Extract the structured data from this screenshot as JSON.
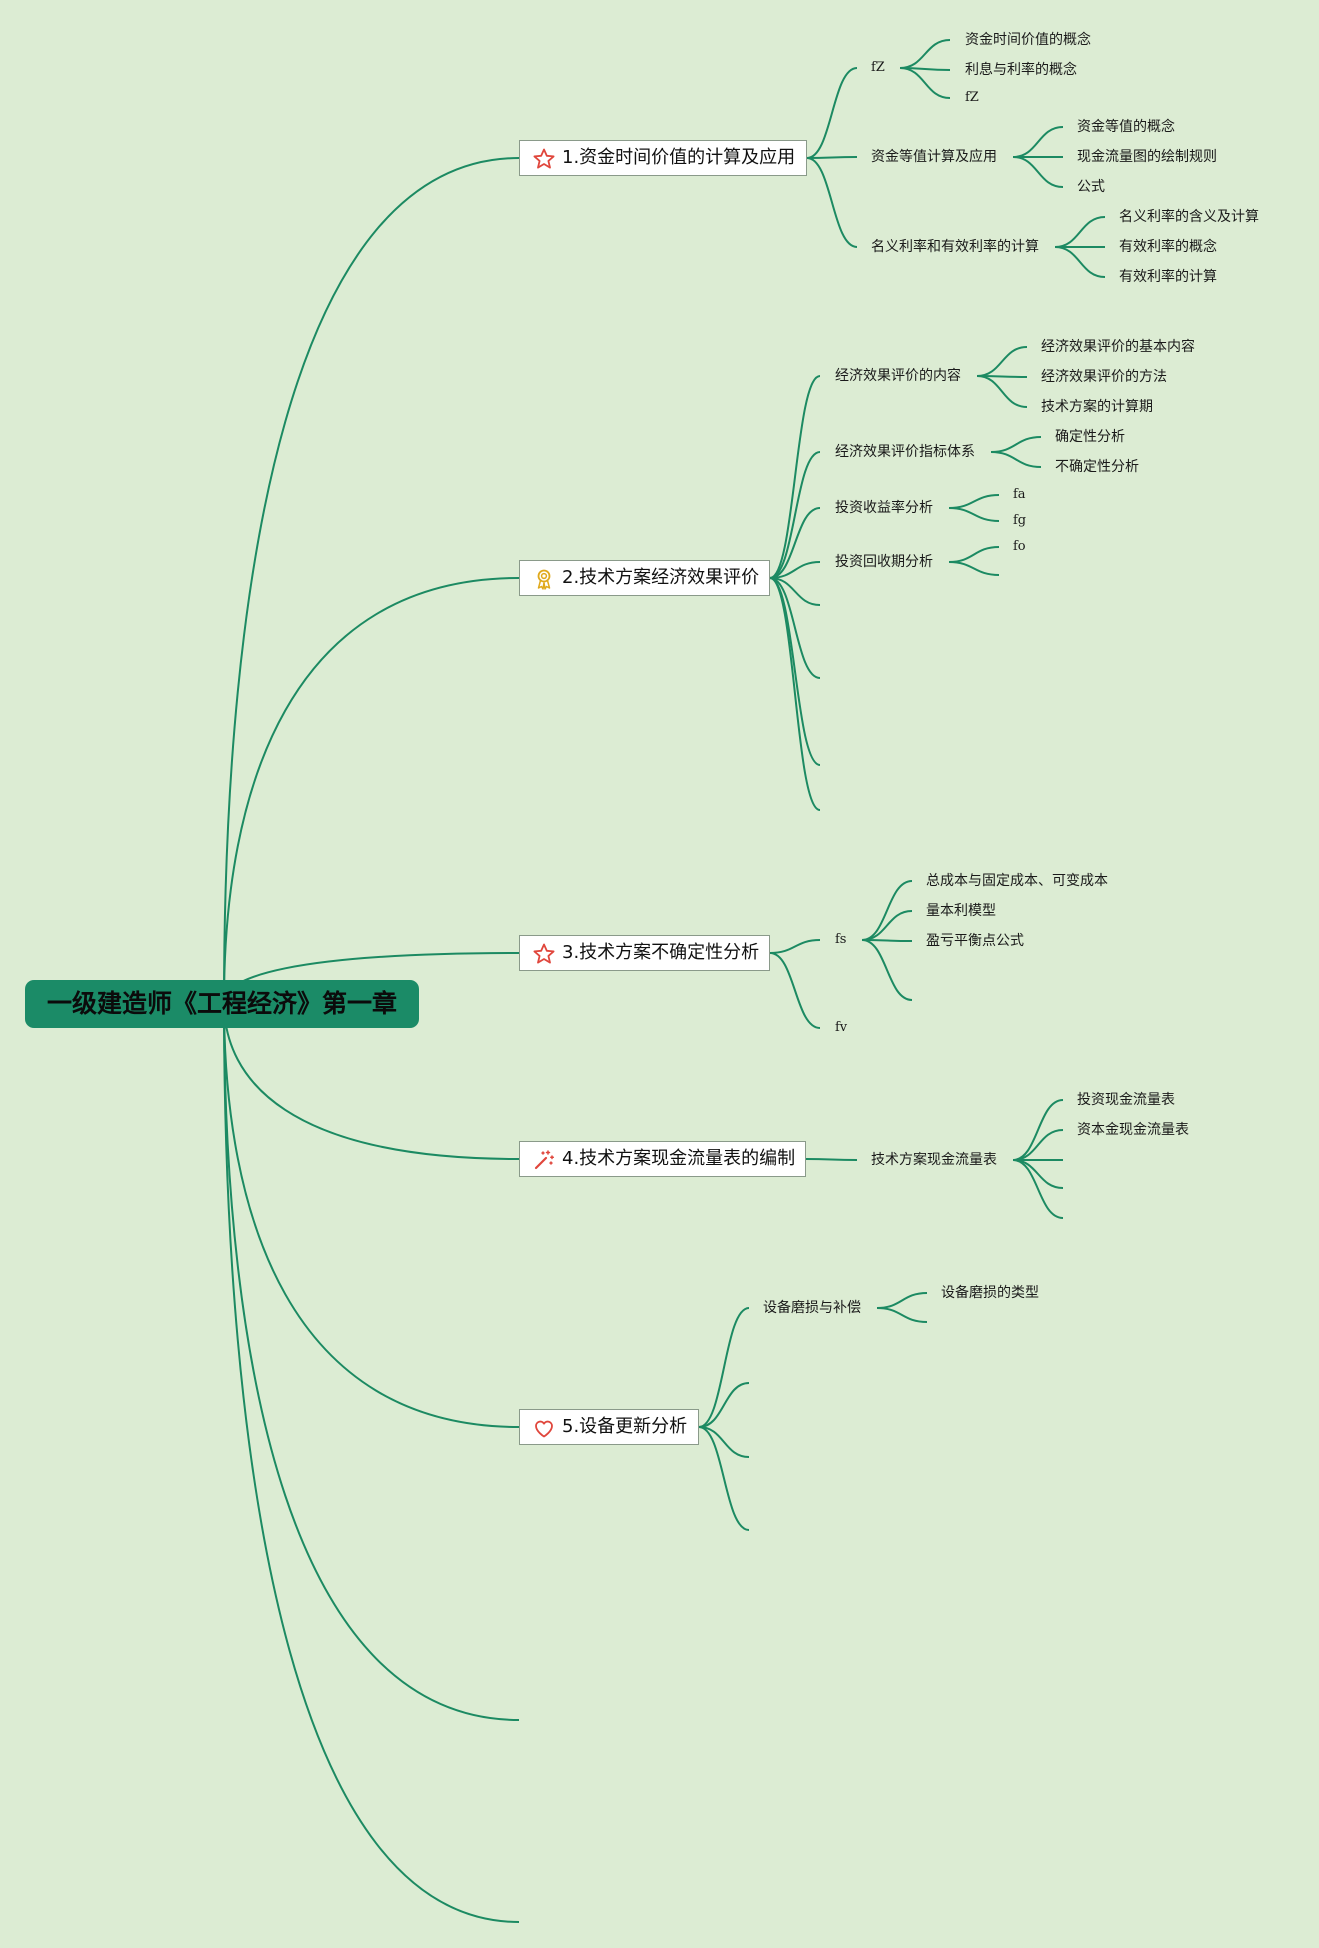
{
  "root": {
    "label": "一级建造师《工程经济》第一章"
  },
  "branches": [
    {
      "label": "1.资金时间价值的计算及应用",
      "icon": "star-icon",
      "children": [
        {
          "label": "fZ",
          "children": [
            "资金时间价值的概念",
            "利息与利率的概念",
            "fZ"
          ]
        },
        {
          "label": "资金等值计算及应用",
          "children": [
            "资金等值的概念",
            "现金流量图的绘制规则",
            "公式"
          ]
        },
        {
          "label": "名义利率和有效利率的计算",
          "children": [
            "名义利率的含义及计算",
            "有效利率的概念",
            "有效利率的计算"
          ]
        }
      ]
    },
    {
      "label": "2.技术方案经济效果评价",
      "icon": "award-medal-icon",
      "children": [
        {
          "label": "经济效果评价的内容",
          "children": [
            "经济效果评价的基本内容",
            "经济效果评价的方法",
            "技术方案的计算期"
          ]
        },
        {
          "label": "经济效果评价指标体系",
          "children": [
            "确定性分析",
            "不确定性分析"
          ]
        },
        {
          "label": "投资收益率分析",
          "children": [
            "fa",
            "fg"
          ]
        },
        {
          "label": "投资回收期分析",
          "children": [
            "fo",
            ""
          ]
        },
        {
          "label": "",
          "children": []
        },
        {
          "label": "",
          "children": []
        },
        {
          "label": "",
          "children": []
        },
        {
          "label": "",
          "children": []
        }
      ]
    },
    {
      "label": "3.技术方案不确定性分析",
      "icon": "star-icon",
      "children": [
        {
          "label": "fs",
          "children": [
            "总成本与固定成本、可变成本",
            "量本利模型",
            "盈亏平衡点公式",
            ""
          ]
        },
        {
          "label": "fv",
          "children": []
        }
      ]
    },
    {
      "label": "4.技术方案现金流量表的编制",
      "icon": "magic-wand-icon",
      "children": [
        {
          "label": "技术方案现金流量表",
          "children": [
            "投资现金流量表",
            "资本金现金流量表",
            "",
            "",
            ""
          ]
        }
      ]
    },
    {
      "label": "5.设备更新分析",
      "icon": "heart-icon",
      "children": [
        {
          "label": "设备磨损与补偿",
          "children": [
            "设备磨损的类型",
            ""
          ]
        },
        {
          "label": "",
          "children": []
        },
        {
          "label": "",
          "children": []
        },
        {
          "label": "",
          "children": []
        }
      ]
    },
    {
      "label": "",
      "icon": "",
      "children": []
    },
    {
      "label": "",
      "icon": "",
      "children": []
    }
  ],
  "colors": {
    "background": "#dcecd3",
    "link": "#1c8a62",
    "root_fill": "#1b8b67",
    "icon_red": "#e0463c",
    "icon_gold": "#e0a91c"
  }
}
